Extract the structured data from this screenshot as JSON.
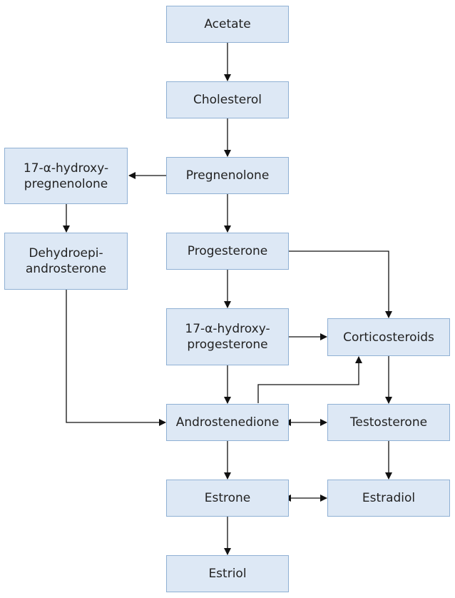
{
  "nodes": {
    "acetate": "Acetate",
    "cholesterol": "Cholesterol",
    "pregnenolone": "Pregnenolone",
    "hydroxy_pregnenolone": [
      "17-α-hydroxy-",
      "pregnenolone"
    ],
    "dhea": [
      "Dehydroepi-",
      "androsterone"
    ],
    "progesterone": "Progesterone",
    "hydroxy_progesterone": [
      "17-α-hydroxy-",
      "progesterone"
    ],
    "corticosteroids": "Corticosteroids",
    "androstenedione": "Androstenedione",
    "testosterone": "Testosterone",
    "estrone": "Estrone",
    "estradiol": "Estradiol",
    "estriol": "Estriol"
  },
  "colors": {
    "box_fill": "#dde8f5",
    "box_border": "#8fb0d4",
    "arrow": "#111111",
    "text": "#222222"
  }
}
